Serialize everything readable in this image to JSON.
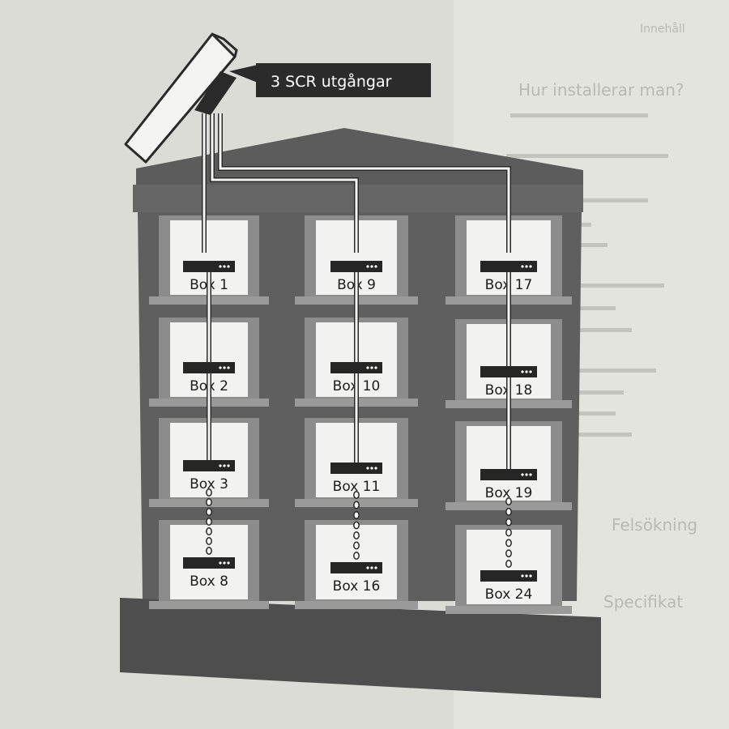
{
  "callout": {
    "label": "3 SCR utgångar"
  },
  "columns": [
    {
      "boxes": [
        "Box 1",
        "Box 2",
        "Box 3",
        "Box 8"
      ]
    },
    {
      "boxes": [
        "Box 9",
        "Box 10",
        "Box 11",
        "Box 16"
      ]
    },
    {
      "boxes": [
        "Box 17",
        "Box 18",
        "Box 19",
        "Box 24"
      ]
    }
  ],
  "background_page": {
    "heading": "Hur installerar man?",
    "side_words": [
      "Felsökning",
      "Specifikat"
    ],
    "top_word": "Innehåll"
  },
  "colors": {
    "paper": "#ddddd8",
    "building": "#5f5f5f",
    "building_dark": "#4f4f4f",
    "window_frame": "#8c8c8c",
    "window_pane": "#f2f2f0",
    "device": "#262626",
    "callout_bg": "#2b2b2b"
  },
  "icons": {
    "dish": "satellite-dish-icon",
    "device": "receiver-box-icon"
  }
}
